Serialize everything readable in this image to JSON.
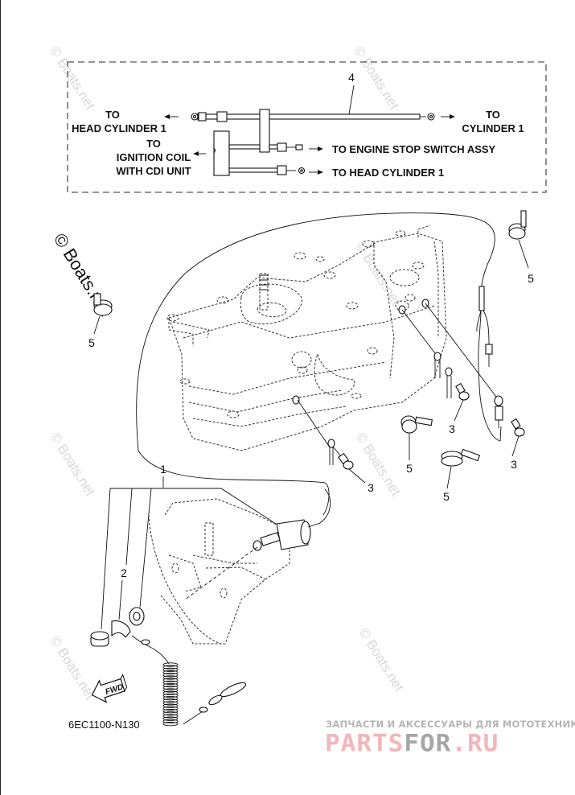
{
  "diagram": {
    "drawing_code": "6EC1100-N130",
    "fwd_label": "FWD",
    "inset": {
      "part_number": "4",
      "labels": {
        "to_head_cyl_left_1": "TO",
        "to_head_cyl_left_2": "HEAD CYLINDER 1",
        "to_cyl_right_1": "TO",
        "to_cyl_right_2": "CYLINDER 1",
        "to_ign_1": "TO",
        "to_ign_2": "IGNITION COIL",
        "to_ign_3": "WITH CDI UNIT",
        "to_stop_switch": "TO ENGINE STOP SWITCH ASSY",
        "to_head_cyl_bottom": "TO HEAD CYLINDER 1"
      }
    },
    "callouts": [
      {
        "id": "callout-1",
        "label": "1",
        "part": "engine stop switch assy"
      },
      {
        "id": "callout-2",
        "label": "2",
        "part": "lanyard clip / lock plate"
      },
      {
        "id": "callout-3a",
        "label": "3",
        "part": "bolt"
      },
      {
        "id": "callout-3b",
        "label": "3",
        "part": "bolt"
      },
      {
        "id": "callout-3c",
        "label": "3",
        "part": "bolt"
      },
      {
        "id": "callout-4",
        "label": "4",
        "part": "wire harness"
      },
      {
        "id": "callout-5a",
        "label": "5",
        "part": "clamp"
      },
      {
        "id": "callout-5b",
        "label": "5",
        "part": "clamp"
      },
      {
        "id": "callout-5c",
        "label": "5",
        "part": "clamp"
      },
      {
        "id": "callout-5d",
        "label": "5",
        "part": "clamp"
      }
    ]
  },
  "watermarks": {
    "boats_net": "© Boats.net",
    "boats_net_large": "© Boats.net"
  },
  "branding": {
    "tagline": "ЗАПЧАСТИ И АКСЕССУАРЫ ДЛЯ МОТОТЕХНИКИ",
    "logo_part1": "PARTS",
    "logo_part2": "FOR",
    "logo_part3": ".RU"
  }
}
